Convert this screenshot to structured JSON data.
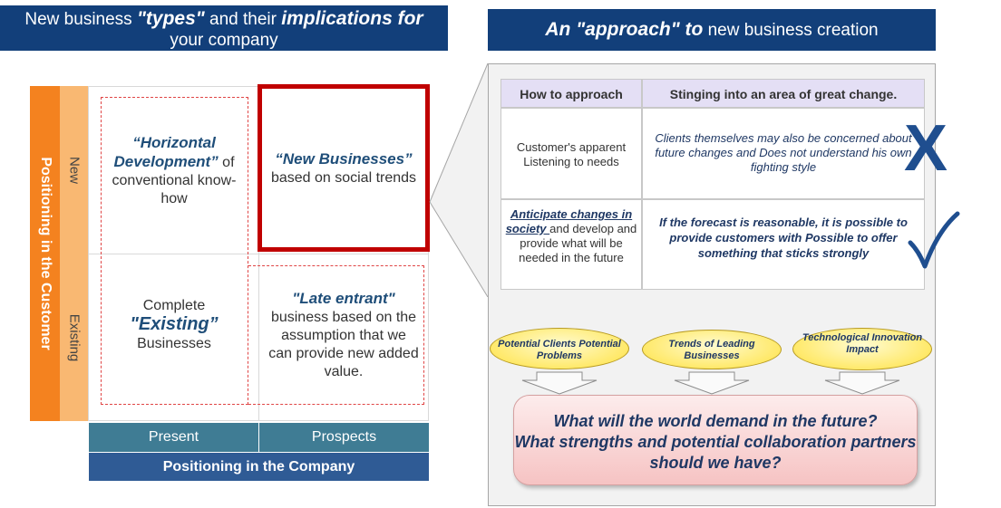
{
  "left_banner": {
    "line1_pre": "New business ",
    "line1_types": "\"types\"",
    "line1_mid": " and their ",
    "line1_impl": "implications for",
    "line2": "your company"
  },
  "right_banner": {
    "bold": "An \"approach\" to",
    "rest": " new business creation"
  },
  "matrix": {
    "y_axis_title": "Positioning in the Customer",
    "y_new": "New",
    "y_existing": "Existing",
    "x_present": "Present",
    "x_prospects": "Prospects",
    "x_axis_title": "Positioning in the Company",
    "top_left": {
      "highlight": "“Horizontal Development”",
      "text": " of conventional know-how"
    },
    "top_right": {
      "highlight": "“New Businesses”",
      "text": "based on social trends"
    },
    "bottom_left": {
      "pre": "Complete",
      "highlight": "\"Existing”",
      "post": "Businesses"
    },
    "bottom_right": {
      "highlight": "\"Late entrant\"",
      "text": "business based on the assumption that we can provide new added value."
    }
  },
  "table": {
    "header_col1": "How to approach",
    "header_col2": "Stinging into an area of great change.",
    "row1_col1": "Customer's apparent Listening to needs",
    "row1_col2": "Clients themselves may also be concerned about future changes and Does not understand his own fighting style",
    "row1_mark": "X",
    "row2_col1_underlined": "Anticipate changes in society ",
    "row2_col1_rest": "and develop and provide what will be needed in the future",
    "row2_col2": "If the forecast is reasonable, it is possible to provide customers with Possible to offer something that sticks strongly"
  },
  "ovals": [
    {
      "text": "Potential Clients Potential Problems"
    },
    {
      "text": "Trends of Leading Businesses"
    },
    {
      "text": "Technological Innovation Impact"
    }
  ],
  "bottom_box": {
    "line1": "What will the world demand in the future?",
    "line2": "What strengths and potential collaboration partners should we have?"
  }
}
